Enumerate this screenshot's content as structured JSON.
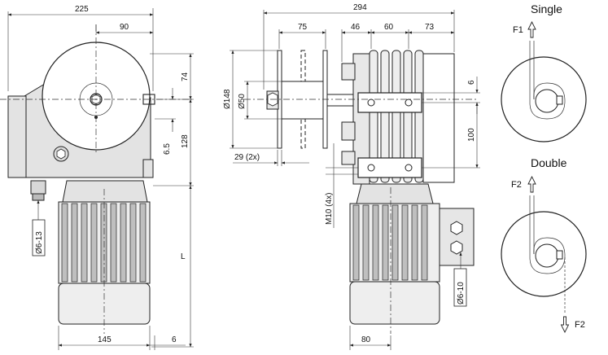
{
  "front_view": {
    "dims": {
      "overall_width": "225",
      "axis_offset": "90",
      "height_top": "74",
      "hole_center": "6.5",
      "height_mid": "128",
      "motor_length": "L",
      "motor_width": "145",
      "motor_offset": "6"
    },
    "cable_gland_label": "Ø6-13"
  },
  "side_view": {
    "dims": {
      "overall_length": "294",
      "drum_width": "75",
      "flange_gap": "46",
      "mount_width": "60",
      "end_cap": "73",
      "drum_diameter": "Ø148",
      "hub_diameter": "Ø50",
      "flange_thickness": "29 (2x)",
      "bolt_label": "M10 (4x)",
      "mount_height": "100",
      "plate_thickness": "6",
      "motor_offset": "80"
    },
    "cable_gland_label": "Ø6-10"
  },
  "rope_modes": {
    "single": {
      "title": "Single",
      "force_label": "F1"
    },
    "double": {
      "title": "Double",
      "force_label": "F2",
      "force_label_bottom": "F2"
    }
  }
}
